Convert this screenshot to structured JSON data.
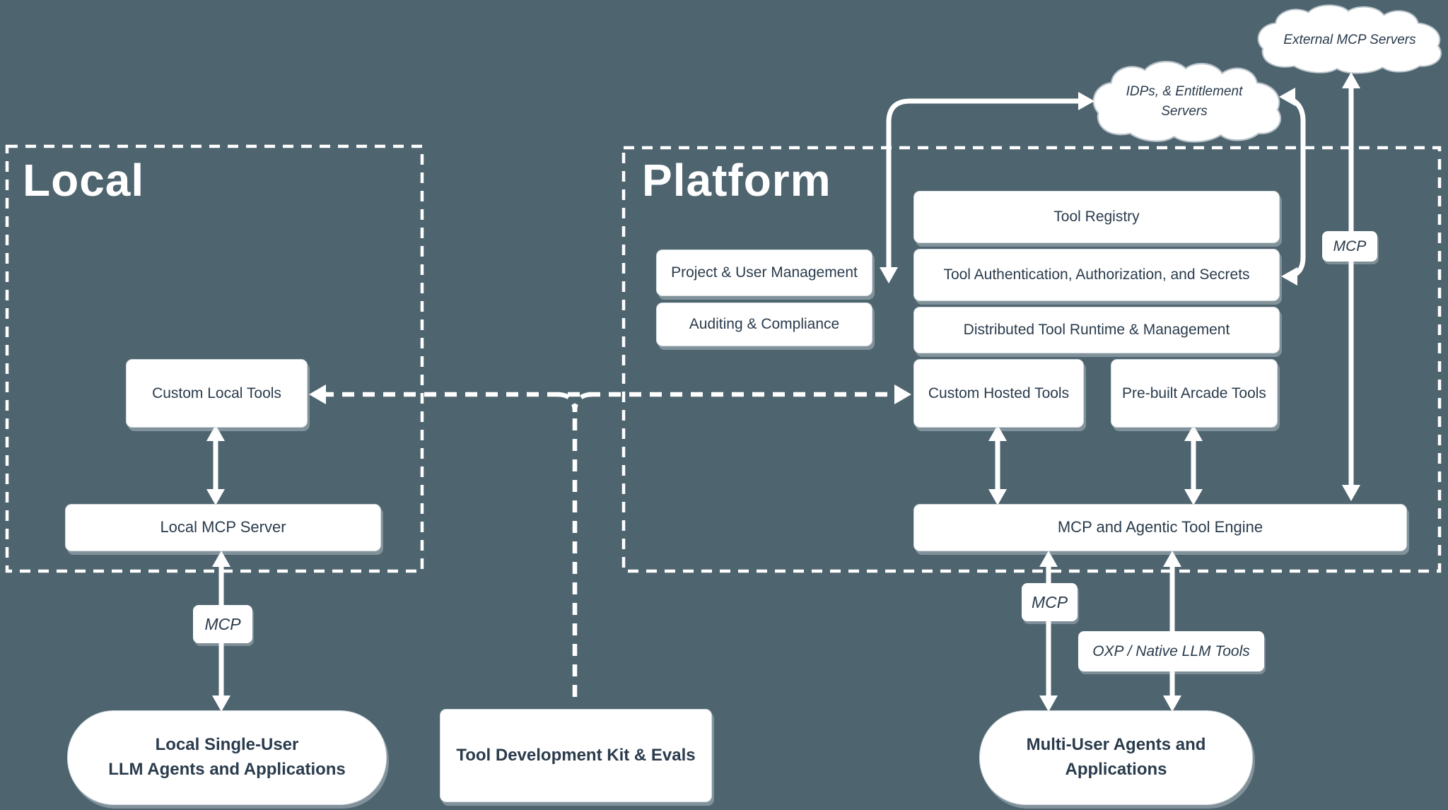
{
  "regions": {
    "local": {
      "title": "Local"
    },
    "platform": {
      "title": "Platform"
    }
  },
  "clouds": {
    "external_mcp": {
      "label": "External MCP Servers"
    },
    "idp": {
      "label": "IDPs, & Entitlement\nServers"
    }
  },
  "nodes": {
    "custom_local_tools": {
      "label": "Custom Local Tools"
    },
    "local_mcp_server": {
      "label": "Local MCP Server"
    },
    "local_agents": {
      "label": "Local Single-User\nLLM Agents and Applications"
    },
    "tool_dev_kit": {
      "label": "Tool Development Kit & Evals"
    },
    "project_user_mgmt": {
      "label": "Project & User Management"
    },
    "auditing_compliance": {
      "label": "Auditing & Compliance"
    },
    "tool_registry": {
      "label": "Tool Registry"
    },
    "tool_auth": {
      "label": "Tool Authentication, Authorization, and Secrets"
    },
    "tool_runtime": {
      "label": "Distributed Tool Runtime & Management"
    },
    "custom_hosted_tools": {
      "label": "Custom Hosted Tools"
    },
    "prebuilt_arcade_tools": {
      "label": "Pre-built Arcade Tools"
    },
    "mcp_engine": {
      "label": "MCP and Agentic Tool Engine"
    },
    "multi_user_agents": {
      "label": "Multi-User Agents and\nApplications"
    }
  },
  "edge_labels": {
    "mcp_local": {
      "label": "MCP"
    },
    "mcp_platform": {
      "label": "MCP"
    },
    "mcp_external": {
      "label": "MCP"
    },
    "oxp": {
      "label": "OXP / Native LLM Tools"
    }
  },
  "colors": {
    "background": "#4e646f",
    "node_fill": "#ffffff",
    "node_text": "#2a3b4c",
    "line": "#ffffff"
  }
}
